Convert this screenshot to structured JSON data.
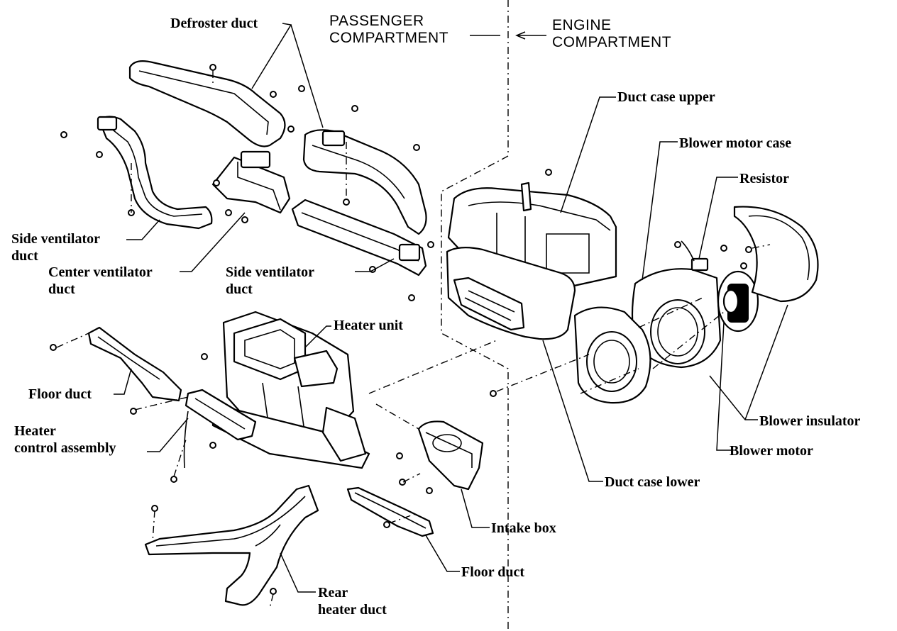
{
  "headers": {
    "passenger": [
      "PASSENGER",
      "COMPARTMENT"
    ],
    "engine": [
      "ENGINE",
      "COMPARTMENT"
    ]
  },
  "labels": {
    "defroster_duct": "Defroster duct",
    "duct_case_upper": "Duct case upper",
    "blower_motor_case": "Blower motor case",
    "resistor": "Resistor",
    "side_ventilator_duct_left": [
      "Side ventilator",
      "duct"
    ],
    "center_ventilator_duct": [
      "Center ventilator",
      "duct"
    ],
    "side_ventilator_duct_right": [
      "Side ventilator",
      "duct"
    ],
    "heater_unit": "Heater unit",
    "floor_duct_left": "Floor duct",
    "heater_control_assembly": [
      "Heater",
      "control assembly"
    ],
    "blower_insulator": "Blower insulator",
    "blower_motor": "Blower motor",
    "duct_case_lower": "Duct case lower",
    "intake_box": "Intake box",
    "floor_duct_bottom": "Floor duct",
    "rear_heater_duct": [
      "Rear",
      "heater duct"
    ]
  }
}
